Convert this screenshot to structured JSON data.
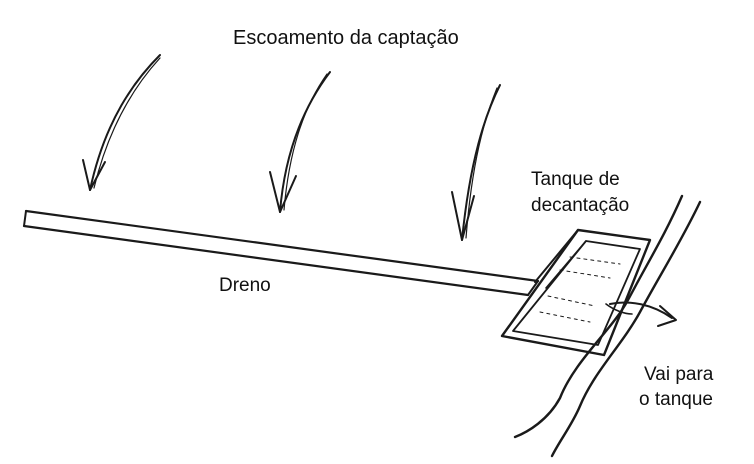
{
  "labels": {
    "runoff": "Escoamento da captação",
    "drain": "Dreno",
    "tank_line1": "Tanque de",
    "tank_line2": "decantação",
    "destination_line1": "Vai para",
    "destination_line2": "o tanque"
  },
  "colors": {
    "ink": "#1a1a1a",
    "background": "#ffffff"
  }
}
